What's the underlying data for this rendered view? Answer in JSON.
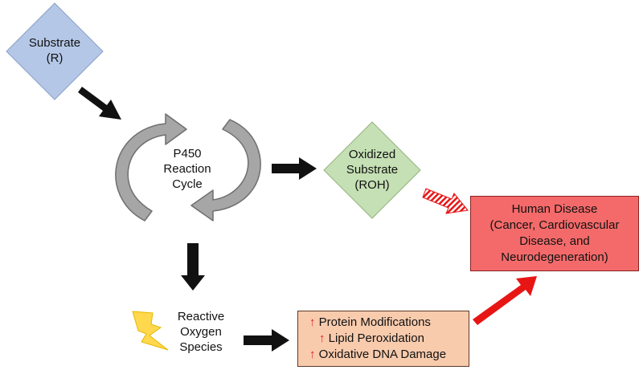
{
  "substrate": {
    "line1": "Substrate",
    "line2": "(R)"
  },
  "cycle": {
    "line1": "P450",
    "line2": "Reaction",
    "line3": "Cycle"
  },
  "oxidized": {
    "line1": "Oxidized",
    "line2": "Substrate",
    "line3": "(ROH)"
  },
  "ros": {
    "line1": "Reactive",
    "line2": "Oxygen",
    "line3": "Species"
  },
  "effects": {
    "arrow_symbol": "↑",
    "items": [
      "Protein Modifications",
      "Lipid Peroxidation",
      "Oxidative DNA Damage"
    ]
  },
  "disease": {
    "line1": "Human Disease",
    "line2": "(Cancer, Cardiovascular",
    "line3": "Disease, and",
    "line4": "Neurodegeneration)"
  },
  "colors": {
    "substrate_fill": "#b4c7e7",
    "oxidized_fill": "#c5e0b4",
    "cycle_arrow": "#a6a6a6",
    "effects_fill": "#f8cbad",
    "disease_fill": "#f46a6a",
    "red_arrow": "#e81515",
    "lightning": "#ffd84d"
  },
  "icons": [
    "lightning-bolt-icon"
  ]
}
